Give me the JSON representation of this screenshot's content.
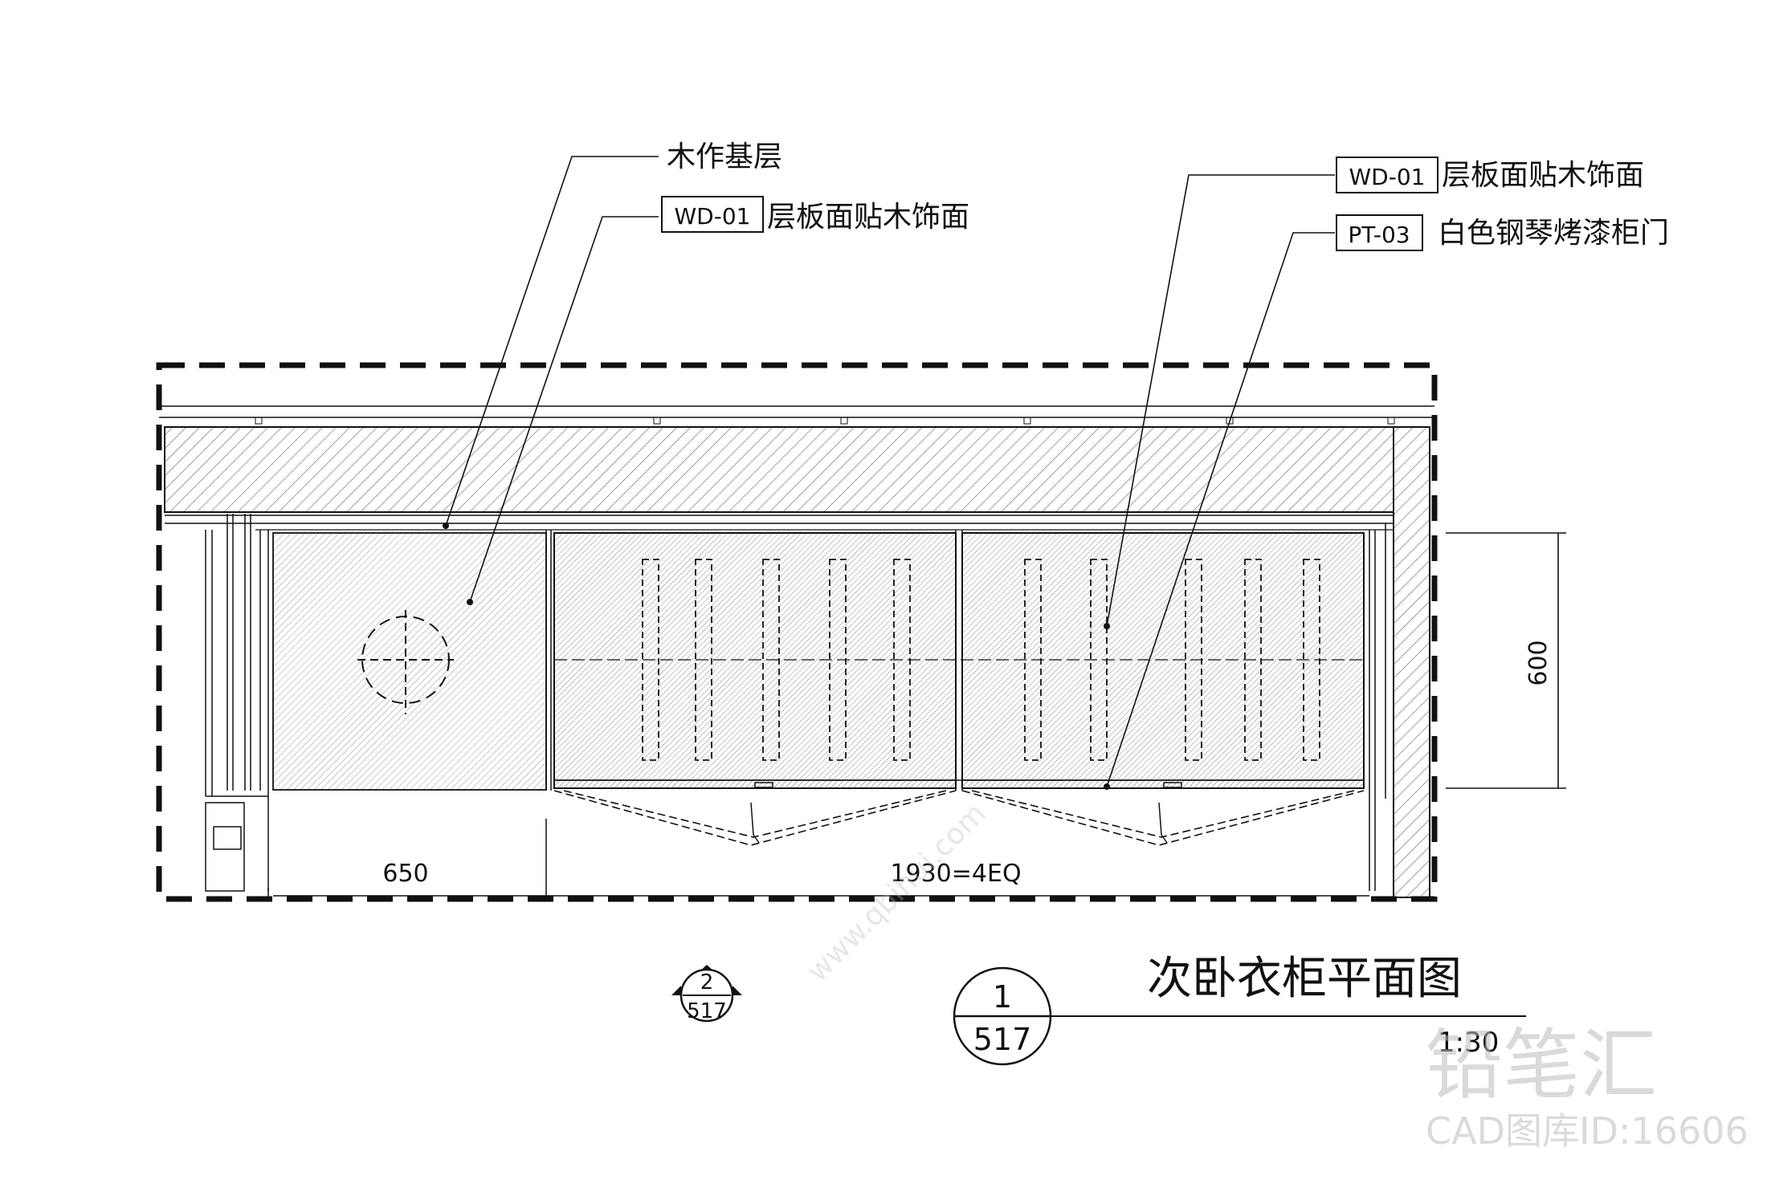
{
  "annotations": {
    "left_base_layer": "木作基层",
    "left_wd_tag": "WD-01",
    "left_wd_text": "层板面贴木饰面",
    "right_wd_tag": "WD-01",
    "right_wd_text": "层板面贴木饰面",
    "right_pt_tag": "PT-03",
    "right_pt_text": "白色钢琴烤漆柜门"
  },
  "dimensions": {
    "depth": "600",
    "left_width": "650",
    "cabinet_width": "1930=4EQ"
  },
  "section_marker": {
    "number": "2",
    "sheet": "517"
  },
  "title_block": {
    "number": "1",
    "sheet": "517",
    "title": "次卧衣柜平面图",
    "scale": "1:30"
  },
  "watermark": {
    "brand": "铅笔汇",
    "url": "www.qbihui.com",
    "gallery_id": "CAD图库ID:16606"
  }
}
